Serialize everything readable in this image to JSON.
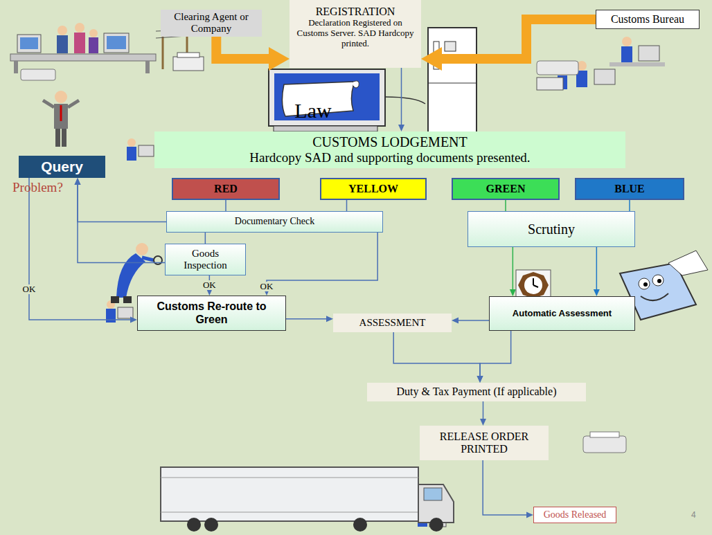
{
  "diagram": {
    "nodes": [
      {
        "text": [
          "Clearing Agent or Company"
        ]
      },
      {
        "text": [
          "REGISTRATION",
          "Declaration Registered on Customs Server. SAD Hardcopy printed."
        ]
      },
      {
        "text": [
          "Customs Bureau"
        ]
      },
      {
        "text": [
          "CUSTOMS LODGEMENT",
          "Hardcopy SAD and supporting documents presented."
        ]
      },
      {
        "text": [
          "Query"
        ]
      },
      {
        "text": [
          "RED"
        ]
      },
      {
        "text": [
          "YELLOW"
        ]
      },
      {
        "text": [
          "GREEN"
        ]
      },
      {
        "text": [
          "BLUE"
        ]
      },
      {
        "text": [
          "Documentary Check"
        ]
      },
      {
        "text": [
          "Goods Inspection"
        ]
      },
      {
        "text": [
          "Scrutiny"
        ]
      },
      {
        "text": [
          "Customs Re-route to Green"
        ]
      },
      {
        "text": [
          "ASSESSMENT"
        ]
      },
      {
        "text": [
          "Automatic Assessment"
        ]
      },
      {
        "text": [
          "Duty & Tax Payment (If applicable)"
        ]
      },
      {
        "text": [
          "RELEASE ORDER PRINTED"
        ]
      },
      {
        "text": [
          "Goods Released"
        ]
      }
    ],
    "edges": [
      {
        "from": 0,
        "to": 1,
        "arrow": "to"
      },
      {
        "from": 2,
        "to": 1,
        "arrow": "to"
      },
      {
        "from": 1,
        "to": 3,
        "arrow": "to"
      },
      {
        "from": 5,
        "to": 9,
        "arrow": "none"
      },
      {
        "from": 6,
        "to": 9,
        "arrow": "none"
      },
      {
        "from": 9,
        "to": 4,
        "arrow": "to"
      },
      {
        "from": 10,
        "to": 4,
        "arrow": "to"
      },
      {
        "from": 9,
        "to": 10,
        "arrow": "none"
      },
      {
        "from": 4,
        "to": 12,
        "label": "OK",
        "arrow": "to"
      },
      {
        "from": 10,
        "to": 12,
        "label": "OK",
        "arrow": "to"
      },
      {
        "from": 9,
        "to": 12,
        "label": "OK",
        "arrow": "to"
      },
      {
        "from": 12,
        "to": 13,
        "arrow": "to"
      },
      {
        "from": 7,
        "to": 11,
        "arrow": "none"
      },
      {
        "from": 8,
        "to": 11,
        "arrow": "none"
      },
      {
        "from": 11,
        "to": 14,
        "arrow": "to"
      },
      {
        "from": 11,
        "to": 14,
        "arrow": "to"
      },
      {
        "from": 14,
        "to": 13,
        "arrow": "to"
      },
      {
        "from": 13,
        "to": 15,
        "arrow": "to"
      },
      {
        "from": 14,
        "to": 15,
        "arrow": "to"
      },
      {
        "from": 15,
        "to": 16,
        "arrow": "to"
      },
      {
        "from": 16,
        "to": 17,
        "arrow": "to"
      }
    ],
    "labels": [
      "Law",
      "Problem?",
      "4"
    ]
  }
}
